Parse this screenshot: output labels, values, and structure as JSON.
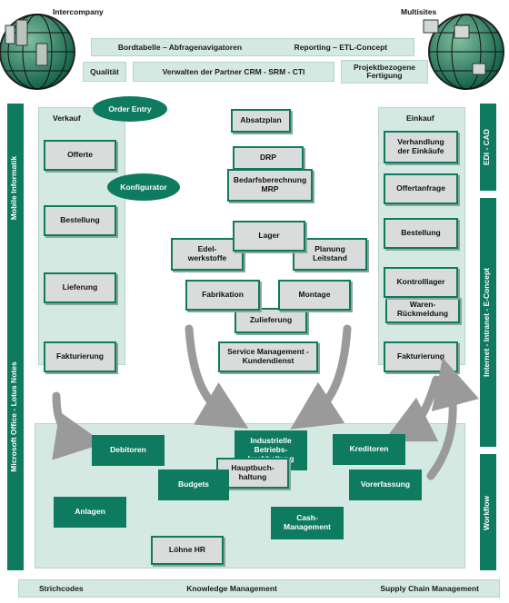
{
  "corners": {
    "left_label": "Intercompany",
    "right_label": "Multisites"
  },
  "top": {
    "row1_left": "Bordtabelle – Abfragenavigatoren",
    "row1_right": "Reporting – ETL-Concept",
    "row2_a": "Qualität",
    "row2_b": "Verwalten der Partner CRM - SRM - CTI",
    "row2_c_line1": "Projektbezogene",
    "row2_c_line2": "Fertigung"
  },
  "left_side": {
    "upper": "Mobile Informatik",
    "lower": "Microsoft Office - Lotus Notes"
  },
  "right_side": {
    "upper": "EDI - CAD",
    "middle": "Internet - Intranet - E-Concept",
    "lower": "Workflow"
  },
  "verkauf": {
    "title": "Verkauf",
    "order_entry": "Order Entry",
    "offerte": "Offerte",
    "konfigurator": "Konfigurator",
    "bestellung": "Bestellung",
    "lieferung": "Lieferung",
    "fakturierung": "Fakturierung"
  },
  "center": {
    "absatzplan": "Absatzplan",
    "drp": "DRP",
    "bedarf_line1": "Bedarfsberechnung",
    "bedarf_line2": "MRP",
    "lager": "Lager",
    "edel_line1": "Edel-",
    "edel_line2": "werkstoffe",
    "planung_line1": "Planung",
    "planung_line2": "Leitstand",
    "fabrikation": "Fabrikation",
    "montage": "Montage",
    "zulieferung": "Zulieferung",
    "service_line1": "Service Management -",
    "service_line2": "Kundendienst"
  },
  "einkauf": {
    "title": "Einkauf",
    "verhandlung_line1": "Verhandlung",
    "verhandlung_line2": "der Einkäufe",
    "offertanfrage": "Offertanfrage",
    "bestellung": "Bestellung",
    "kontrolllager": "Kontrolllager",
    "waren_line1": "Waren-",
    "waren_line2": "Rückmeldung",
    "fakturierung": "Fakturierung"
  },
  "finance": {
    "debitoren": "Debitoren",
    "industrielle_line1": "Industrielle",
    "industrielle_line2": "Betriebs-",
    "industrielle_line3": "buchhaltung",
    "kreditoren": "Kreditoren",
    "budgets": "Budgets",
    "haupt_line1": "Hauptbuch-",
    "haupt_line2": "haltung",
    "vorerfassung": "Vorerfassung",
    "anlagen": "Anlagen",
    "cash_line1": "Cash-",
    "cash_line2": "Management",
    "loehne": "Löhne HR"
  },
  "bottom": {
    "a": "Strichcodes",
    "b": "Knowledge Management",
    "c": "Supply Chain Management"
  },
  "colors": {
    "dark_green": "#0e7a5f",
    "light_green": "#d5e9e3",
    "box_grey": "#d9dcdb",
    "arrow_grey": "#9a9a9a"
  }
}
